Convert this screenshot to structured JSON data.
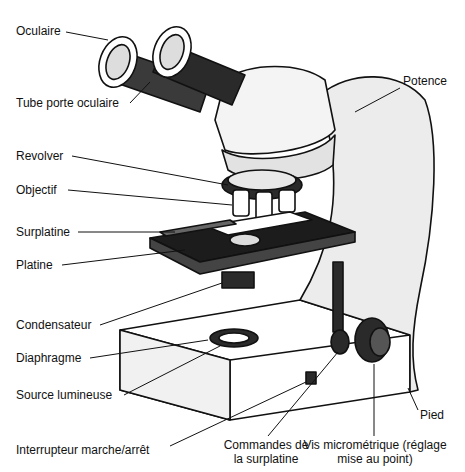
{
  "diagram": {
    "labels": [
      "Oculaire",
      "Tube porte oculaire",
      "Revolver",
      "Objectif",
      "Surplatine",
      "Platine",
      "Condensateur",
      "Diaphragme",
      "Source lumineuse",
      "Interrupteur marche/arrêt",
      "Commandes de la surplatine",
      "Vis micrométrique (réglage mise au point)",
      "Potence",
      "Pied"
    ]
  }
}
